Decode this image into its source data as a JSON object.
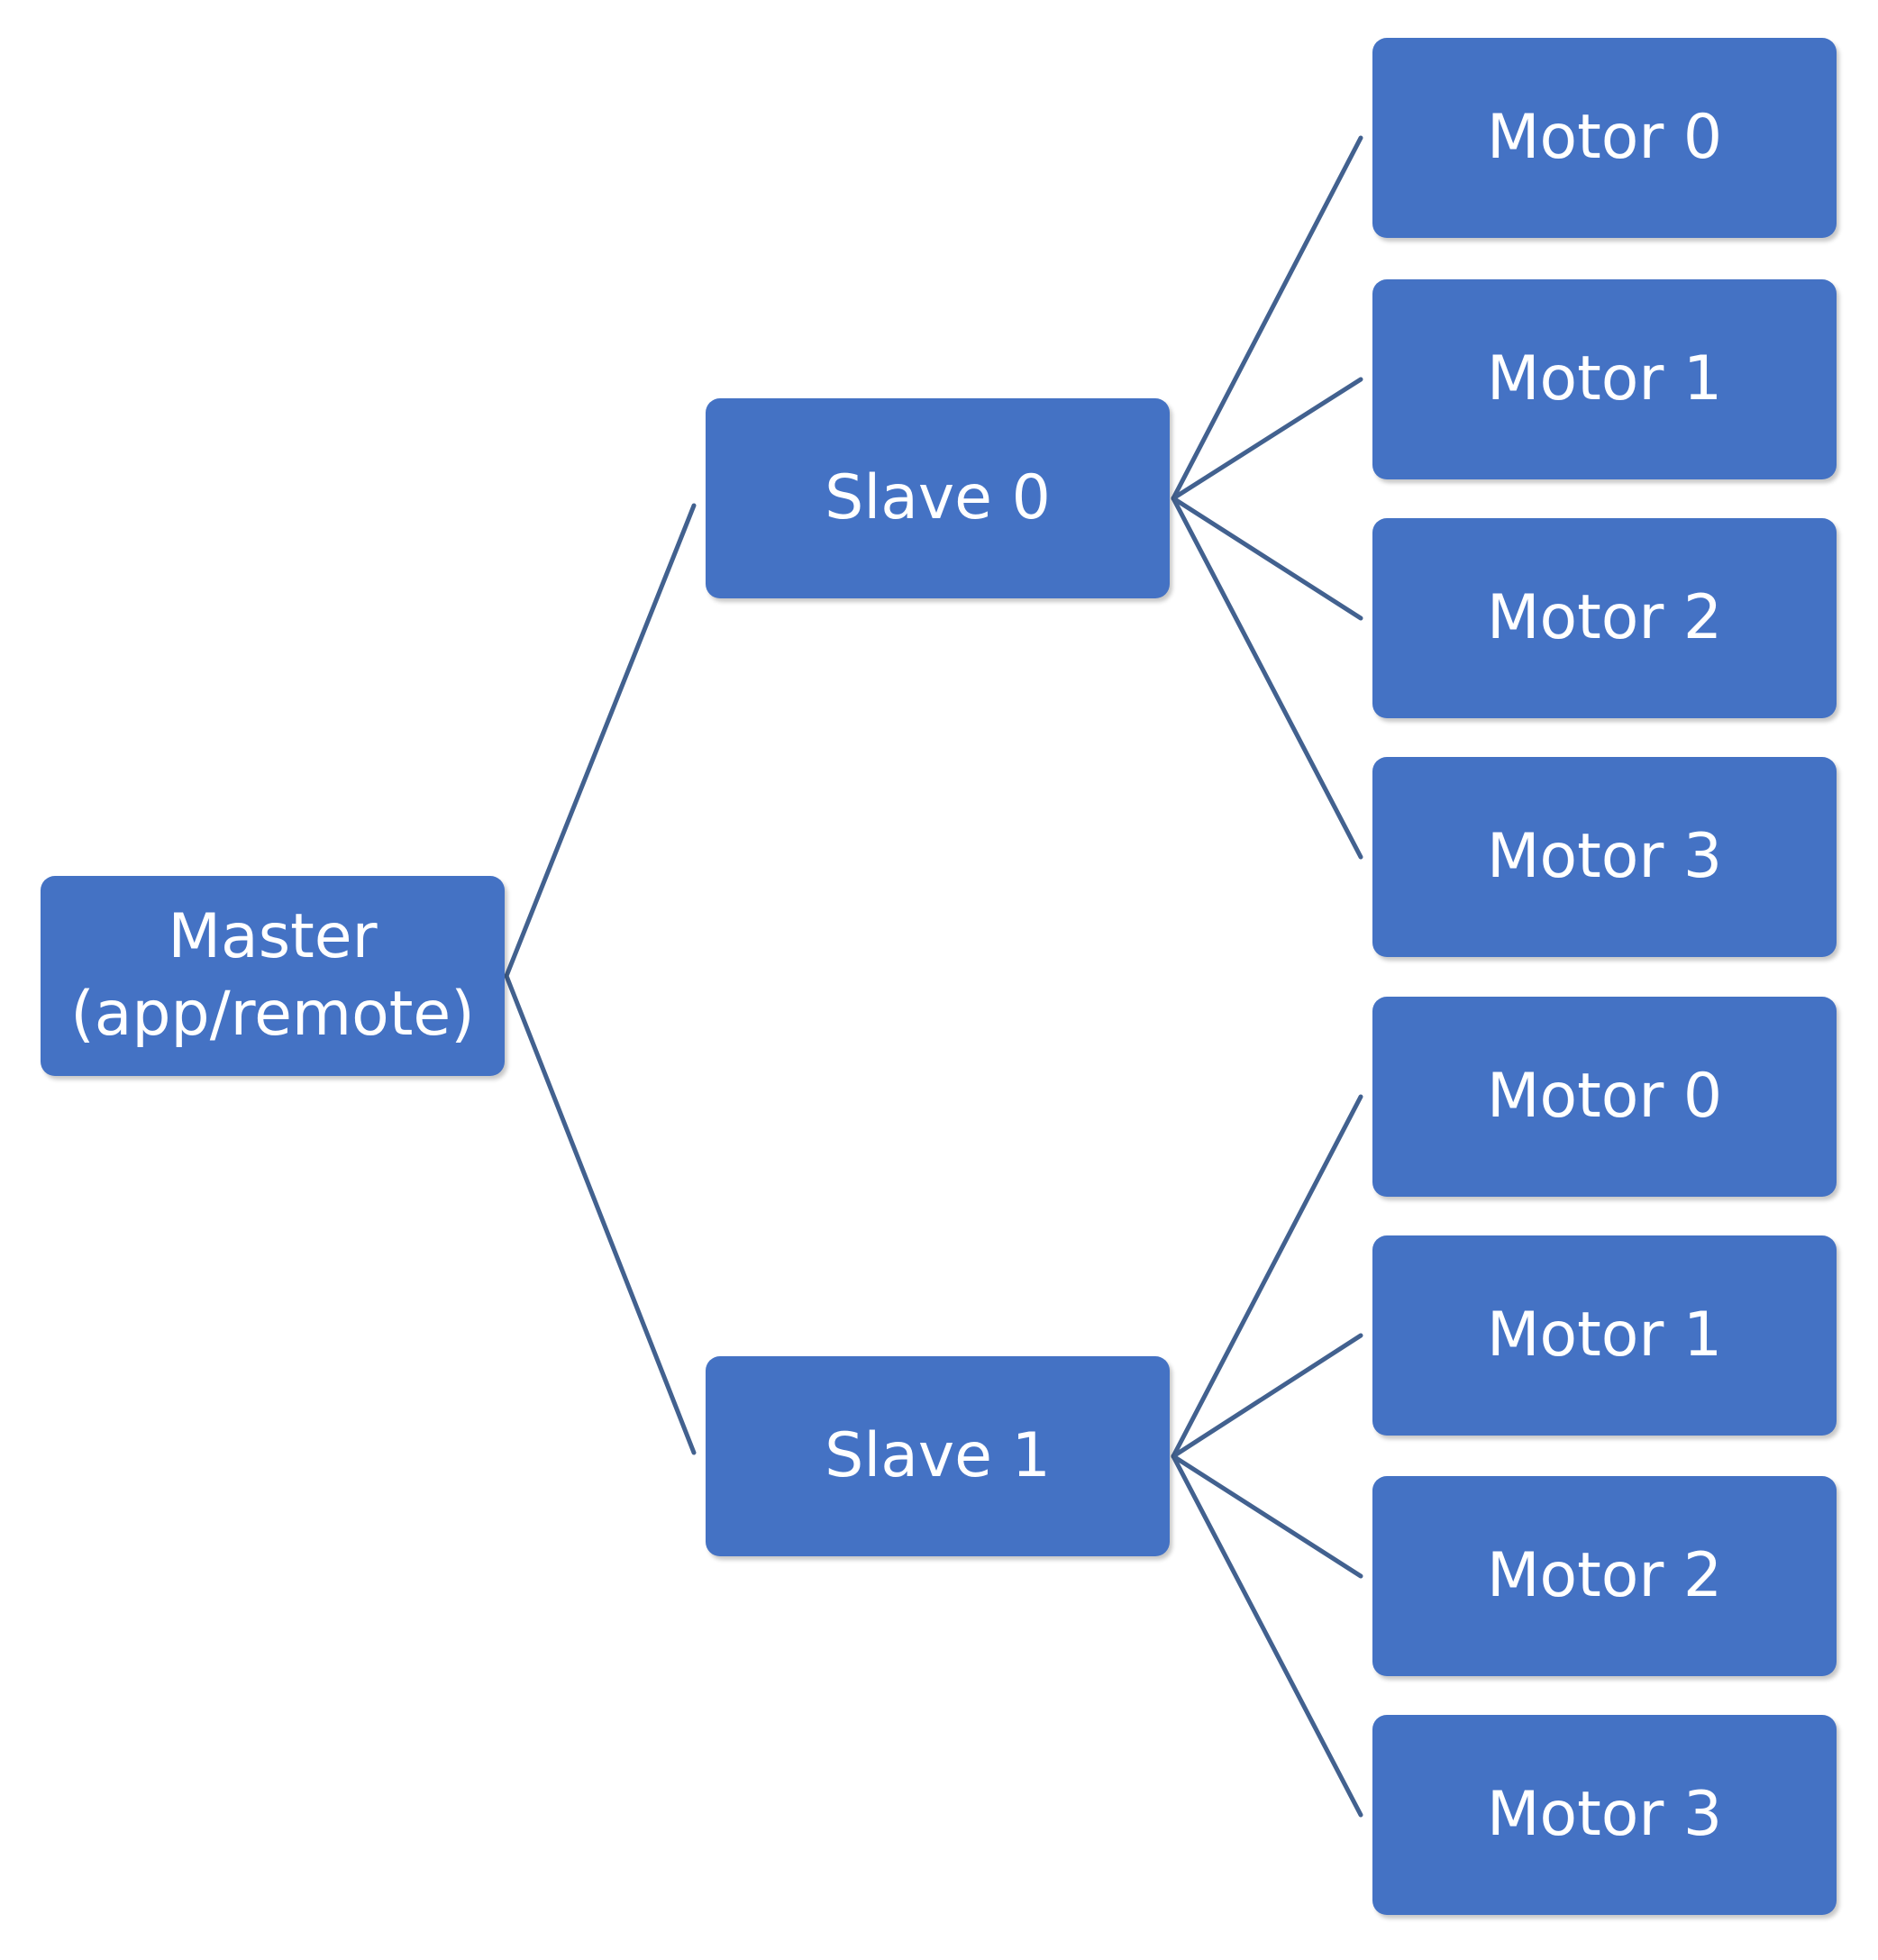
{
  "colors": {
    "node_fill": "#4472c4",
    "node_text": "#ffffff",
    "connector": "#42618f",
    "background": "#ffffff"
  },
  "master": {
    "line1": "Master",
    "line2": "(app/remote)"
  },
  "slaves": [
    {
      "label": "Slave 0",
      "motors": [
        "Motor 0",
        "Motor 1",
        "Motor 2",
        "Motor 3"
      ]
    },
    {
      "label": "Slave 1",
      "motors": [
        "Motor 0",
        "Motor 1",
        "Motor 2",
        "Motor 3"
      ]
    }
  ],
  "edges": [
    [
      "master",
      "slave-0"
    ],
    [
      "master",
      "slave-1"
    ],
    [
      "slave-0",
      "slave-0-motor-0"
    ],
    [
      "slave-0",
      "slave-0-motor-1"
    ],
    [
      "slave-0",
      "slave-0-motor-2"
    ],
    [
      "slave-0",
      "slave-0-motor-3"
    ],
    [
      "slave-1",
      "slave-1-motor-0"
    ],
    [
      "slave-1",
      "slave-1-motor-1"
    ],
    [
      "slave-1",
      "slave-1-motor-2"
    ],
    [
      "slave-1",
      "slave-1-motor-3"
    ]
  ]
}
